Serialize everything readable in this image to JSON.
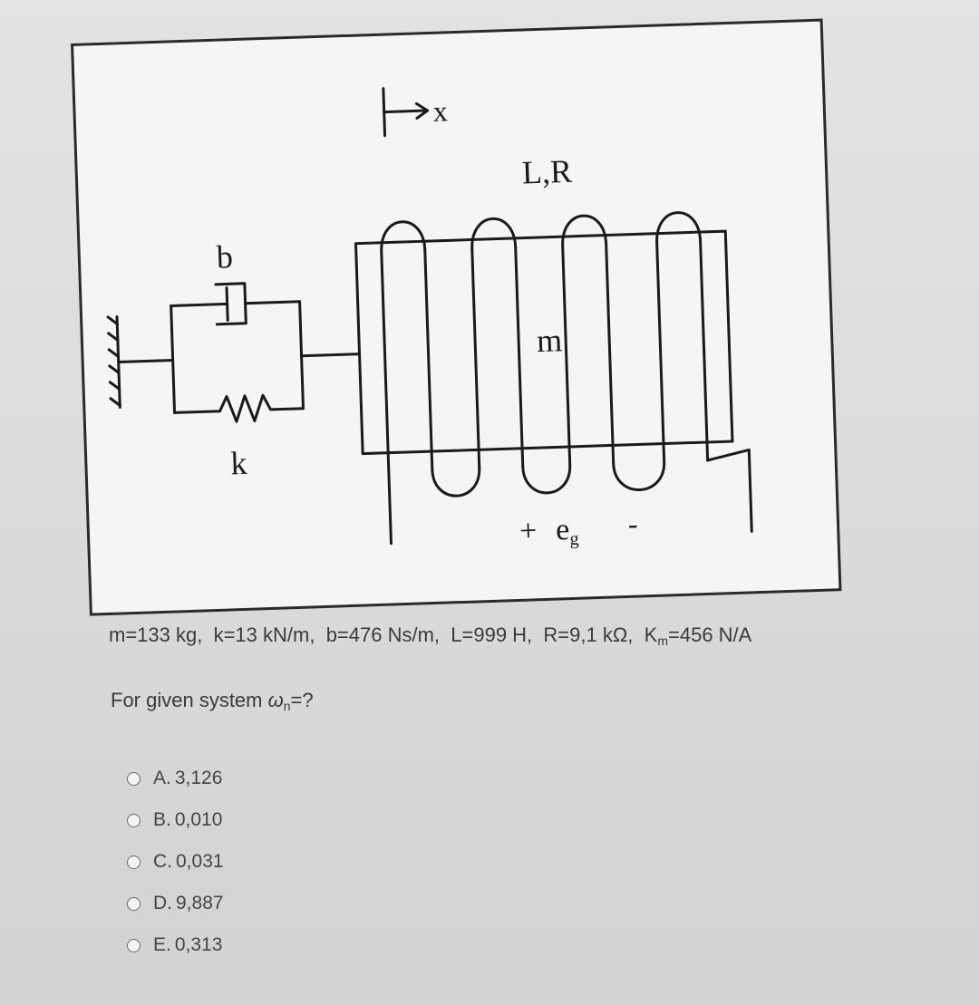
{
  "diagram": {
    "label_x": "x",
    "label_lr": "L,R",
    "label_b": "b",
    "label_k": "k",
    "label_m": "m",
    "label_plus": "+",
    "label_e": "e",
    "label_e_sub": "g",
    "label_minus": "-"
  },
  "params": {
    "m": "m=133 kg,",
    "k": "k=13 kN/m,",
    "b": "b=476 Ns/m,",
    "L": "L=999 H,",
    "R": "R=9,1 kΩ,",
    "Km_prefix": "K",
    "Km_sub": "m",
    "Km_value": "=456 N/A"
  },
  "question": {
    "prefix": "For given system ",
    "omega": "ω",
    "omega_sub": "n",
    "suffix": "=?"
  },
  "options": [
    {
      "letter": "A.",
      "value": "3,126"
    },
    {
      "letter": "B.",
      "value": "0,010"
    },
    {
      "letter": "C.",
      "value": "0,031"
    },
    {
      "letter": "D.",
      "value": "9,887"
    },
    {
      "letter": "E.",
      "value": "0,313"
    }
  ]
}
